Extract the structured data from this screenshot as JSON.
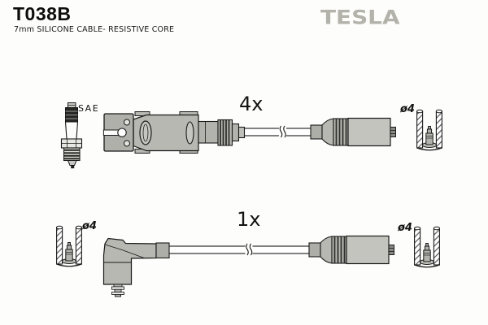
{
  "header": {
    "part_number": "T038B",
    "subtitle": "7mm SILICONE CABLE- RESISTIVE CORE",
    "brand_logo": "TESLA"
  },
  "spark_plug": {
    "standard": "SAE"
  },
  "rows": [
    {
      "quantity": "4x",
      "terminal_diameter": "ø4"
    },
    {
      "quantity": "1x",
      "terminal_diameter_left": "ø4",
      "terminal_diameter_right": "ø4"
    }
  ],
  "colors": {
    "brand_gray": "#b3b3ab",
    "part_gray": "#b8b8b2",
    "part_gray_dark": "#9a9a94",
    "part_gray_light": "#c6c6c0",
    "outline": "#1a1a1a",
    "background": "#fdfdfc"
  }
}
